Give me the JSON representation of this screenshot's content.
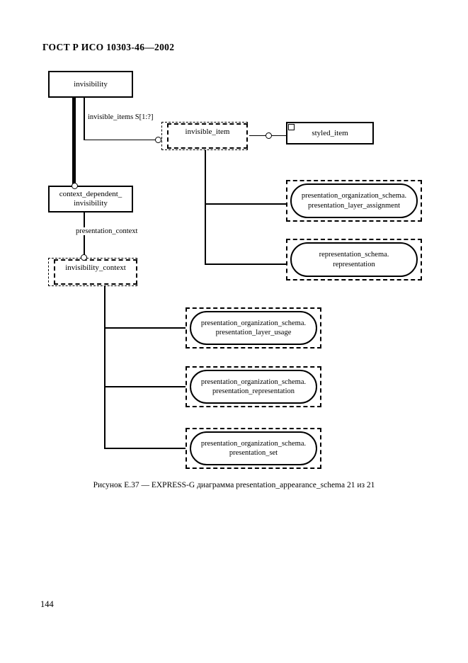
{
  "document": {
    "header": "ГОСТ Р ИСО 10303-46—2002",
    "page_number": "144",
    "figure_caption": "Рисунок Е.37 — EXPRESS-G диаграмма presentation_appearance_schema 21 из 21"
  },
  "diagram": {
    "type": "EXPRESS-G",
    "entities": [
      {
        "id": "invisibility",
        "label": "invisibility",
        "style": "solid-box"
      },
      {
        "id": "context_dependent_invisibility",
        "label": "context_dependent_\ninvisibility",
        "style": "solid-box"
      },
      {
        "id": "styled_item",
        "label": "styled_item",
        "style": "solid-box-with-corner-marker"
      }
    ],
    "references": [
      {
        "id": "invisible_item",
        "label": "invisible_item",
        "style": "dashed-ref-box"
      },
      {
        "id": "invisibility_context",
        "label": "invisibility_context",
        "style": "dashed-ref-box"
      }
    ],
    "schema_references": [
      {
        "id": "pos_presentation_layer_assignment",
        "line1": "presentation_organization_schema.",
        "line2": "presentation_layer_assignment"
      },
      {
        "id": "rs_representation",
        "line1": "representation_schema.",
        "line2": "representation"
      },
      {
        "id": "pos_presentation_layer_usage",
        "line1": "presentation_organization_schema.",
        "line2": "presentation_layer_usage"
      },
      {
        "id": "pos_presentation_representation",
        "line1": "presentation_organization_schema.",
        "line2": "presentation_representation"
      },
      {
        "id": "pos_presentation_set",
        "line1": "presentation_organization_schema.",
        "line2": "presentation_set"
      }
    ],
    "edge_labels": [
      {
        "id": "invisible_items",
        "text": "invisible_items S[1:?]"
      },
      {
        "id": "presentation_context",
        "text": "presentation_context"
      }
    ]
  }
}
